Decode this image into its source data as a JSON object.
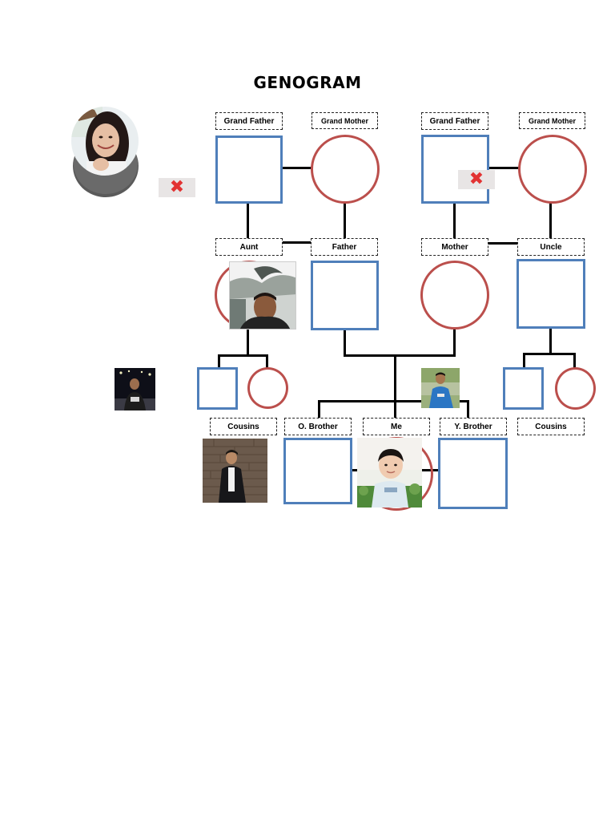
{
  "title": "GENOGRAM",
  "labels": {
    "grand_father_paternal": "Grand Father",
    "grand_mother_paternal": "Grand Mother",
    "grand_father_maternal": "Grand Father",
    "grand_mother_maternal": "Grand Mother",
    "aunt": "Aunt",
    "father": "Father",
    "mother": "Mother",
    "uncle": "Uncle",
    "cousins_left": "Cousins",
    "older_brother": "O. Brother",
    "me": "Me",
    "younger_brother": "Y. Brother",
    "cousins_right": "Cousins"
  },
  "deceased_marker": "✖",
  "colors": {
    "male_square": "#4f7fba",
    "female_circle": "#bb4f4c",
    "deceased_mark": "#e23232",
    "connector": "#000000"
  }
}
